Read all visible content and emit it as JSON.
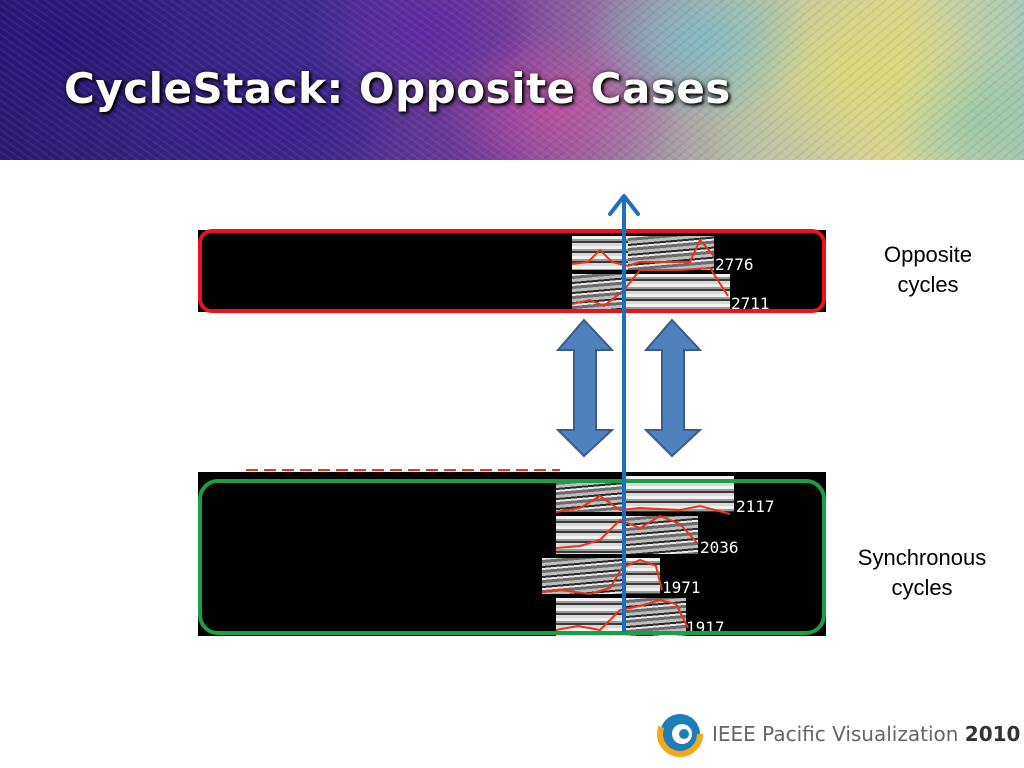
{
  "slide": {
    "title": "CycleStack: Opposite Cases"
  },
  "groups": {
    "opposite": {
      "label_line1": "Opposite",
      "label_line2": "cycles",
      "cycles": [
        "2776",
        "2711"
      ],
      "box_color": "#e8141b"
    },
    "synchronous": {
      "label_line1": "Synchronous",
      "label_line2": "cycles",
      "cycles": [
        "2117",
        "2036",
        "1971",
        "1917"
      ],
      "box_color": "#1a9e4a"
    }
  },
  "colors": {
    "arrow_blue": "#1a6fc0",
    "double_arrow_fill": "#4f81bd",
    "double_arrow_stroke": "#385d8a",
    "trace_red": "#e8341b"
  },
  "footer": {
    "text": "IEEE Pacific Visualization",
    "year": "2010",
    "logo_icon": "pacificvis-logo-icon"
  }
}
